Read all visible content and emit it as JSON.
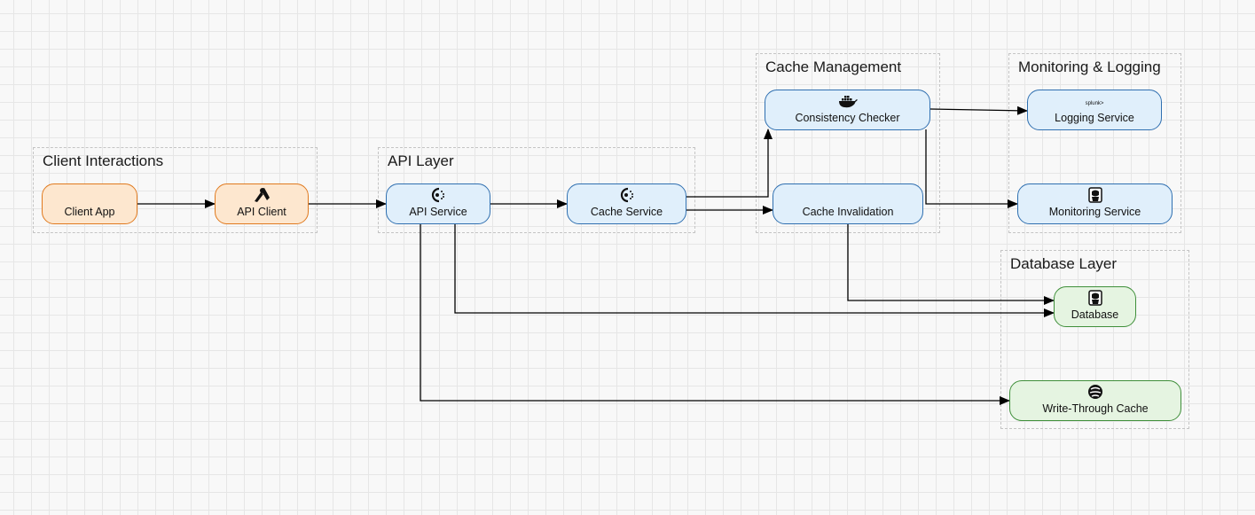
{
  "groups": {
    "client": "Client Interactions",
    "api": "API Layer",
    "cache": "Cache Management",
    "monitoring": "Monitoring & Logging",
    "database": "Database Layer"
  },
  "nodes": {
    "client_app": "Client App",
    "api_client": "API Client",
    "api_service": "API Service",
    "cache_service": "Cache Service",
    "consistency_checker": "Consistency Checker",
    "cache_invalidation": "Cache Invalidation",
    "logging_service": "Logging Service",
    "monitoring_service": "Monitoring Service",
    "database": "Database",
    "write_through_cache": "Write-Through Cache",
    "splunk_logo_text": "splunk>"
  },
  "colors": {
    "client_fill": "#fde7cf",
    "client_border": "#e07a1f",
    "service_fill": "#e0effb",
    "service_border": "#2f6fb0",
    "data_fill": "#e5f4e1",
    "data_border": "#3f8f3a",
    "edge": "#000000"
  },
  "icons": {
    "api_client": "tools-icon",
    "api_service": "consul-icon",
    "cache_service": "consul-icon",
    "consistency_checker": "docker-icon",
    "logging_service": "splunk-icon",
    "monitoring_service": "jenkins-icon",
    "database": "jenkins-icon",
    "write_through_cache": "globe-icon"
  }
}
